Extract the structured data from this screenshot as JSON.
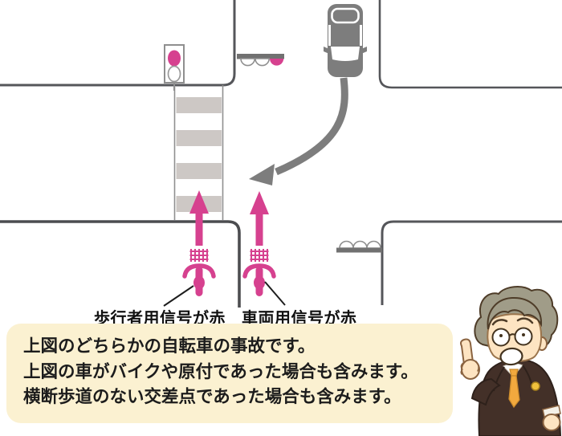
{
  "figure": {
    "description": "intersection-bicycle-accident-diagram",
    "labels": {
      "pedestrian_signal_red": "歩行者用信号が赤",
      "vehicle_signal_red": "車両用信号が赤"
    },
    "note_box": {
      "lines": [
        "上図のどちらかの自転車の事故です。",
        "上図の車がバイクや原付であった場合も含みます。",
        "横断歩道のない交差点であった場合も含みます。"
      ]
    },
    "icons": {
      "pedestrian_signal": "pedestrian-signal-red-icon",
      "overhead_signal_top": "vehicle-signal-red-icon",
      "overhead_signal_right": "cross-street-signal-icon",
      "car": "car-top-view-icon",
      "turn_arrow": "car-turn-path-arrow-icon",
      "bicycle_left": "bicycle-top-view-icon",
      "bicycle_right": "bicycle-top-view-icon",
      "character": "lawyer-pointing-character-icon"
    },
    "colors": {
      "accent_pink": "#d6418f",
      "vehicle_gray": "#7d7d7d",
      "crosswalk_stripe": "#cdc8c5",
      "curb_line": "#55565a",
      "note_bg": "#fbf1d1",
      "suit_brown": "#433028",
      "tie_orange": "#f2a93e",
      "hair_gray": "#a09c88",
      "skin": "#fde4c2"
    }
  }
}
